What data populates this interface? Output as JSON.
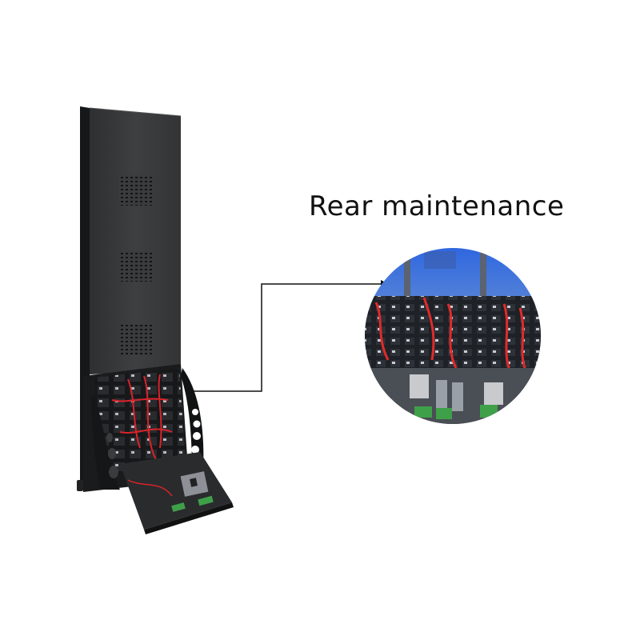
{
  "caption": {
    "text": "Rear maintenance"
  },
  "product": {
    "name": "poster-led-display-cabinet",
    "panel_color": "#3a3b3d",
    "frame_color": "#1c1d1f",
    "vent_grilles": 3,
    "rear_panel_open": true
  },
  "callout": {
    "line_color": "#111111",
    "detail_photo": "rear-maintenance-closeup",
    "photo_tint": "#2a62d8"
  },
  "colors": {
    "background": "#ffffff",
    "cable_red": "#d8232a",
    "pcb_green": "#3fa04a"
  }
}
